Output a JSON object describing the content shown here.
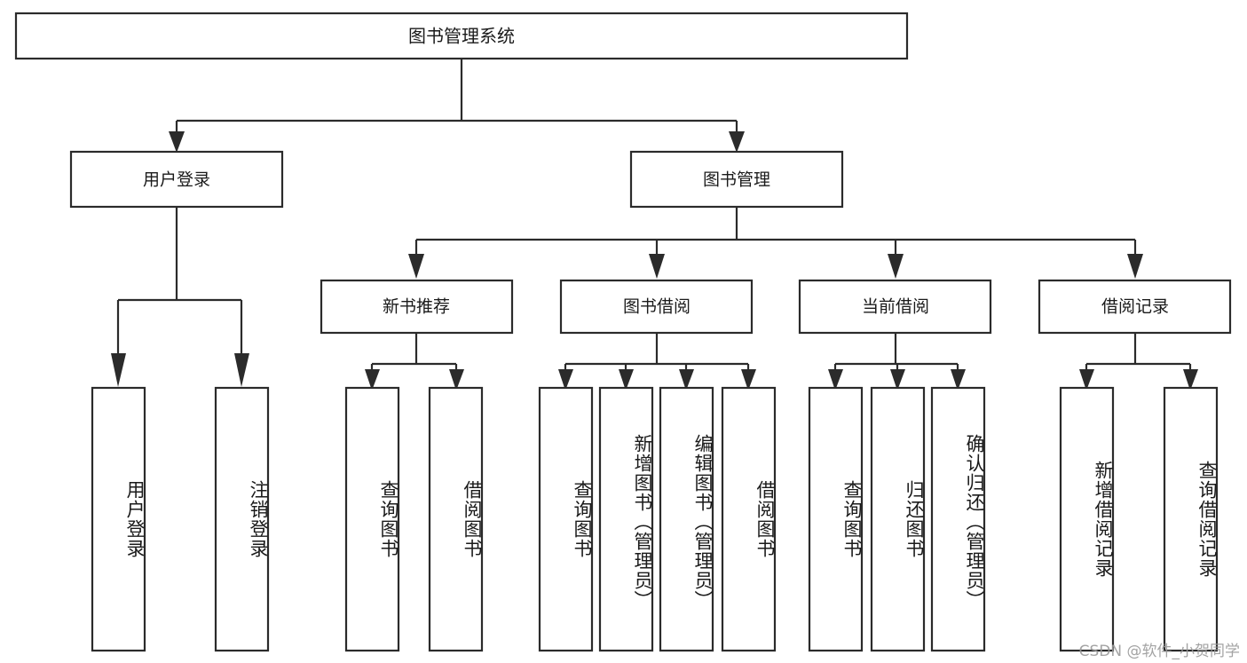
{
  "diagram": {
    "type": "tree",
    "title": "图书管理系统",
    "watermark": "CSDN @软件_小贺同学",
    "colors": {
      "stroke": "#2b2b2b",
      "fill": "#ffffff",
      "text": "#1a1a1a",
      "watermark": "#9a9a9a"
    },
    "levels": {
      "root": {
        "label": "图书管理系统"
      },
      "level2": [
        {
          "label": "用户登录"
        },
        {
          "label": "图书管理"
        }
      ],
      "level3": [
        {
          "label": "新书推荐"
        },
        {
          "label": "图书借阅"
        },
        {
          "label": "当前借阅"
        },
        {
          "label": "借阅记录"
        }
      ]
    },
    "nodes": {
      "root": "图书管理系统",
      "user_login": "用户登录",
      "book_manage": "图书管理",
      "new_book_rec": "新书推荐",
      "book_borrow": "图书借阅",
      "current_borrow": "当前借阅",
      "borrow_record": "借阅记录",
      "leaf_user_login": "用户登录",
      "leaf_logout": "注销登录",
      "leaf_query_book_1": "查询图书",
      "leaf_borrow_book_1": "借阅图书",
      "leaf_query_book_2": "查询图书",
      "leaf_add_book": "新增图书（管理员）",
      "leaf_edit_book": "编辑图书（管理员）",
      "leaf_borrow_book_2": "借阅图书",
      "leaf_query_book_3": "查询图书",
      "leaf_return_book": "归还图书",
      "leaf_confirm_return": "确认归还（管理员）",
      "leaf_add_record": "新增借阅记录",
      "leaf_query_record": "查询借阅记录"
    }
  }
}
